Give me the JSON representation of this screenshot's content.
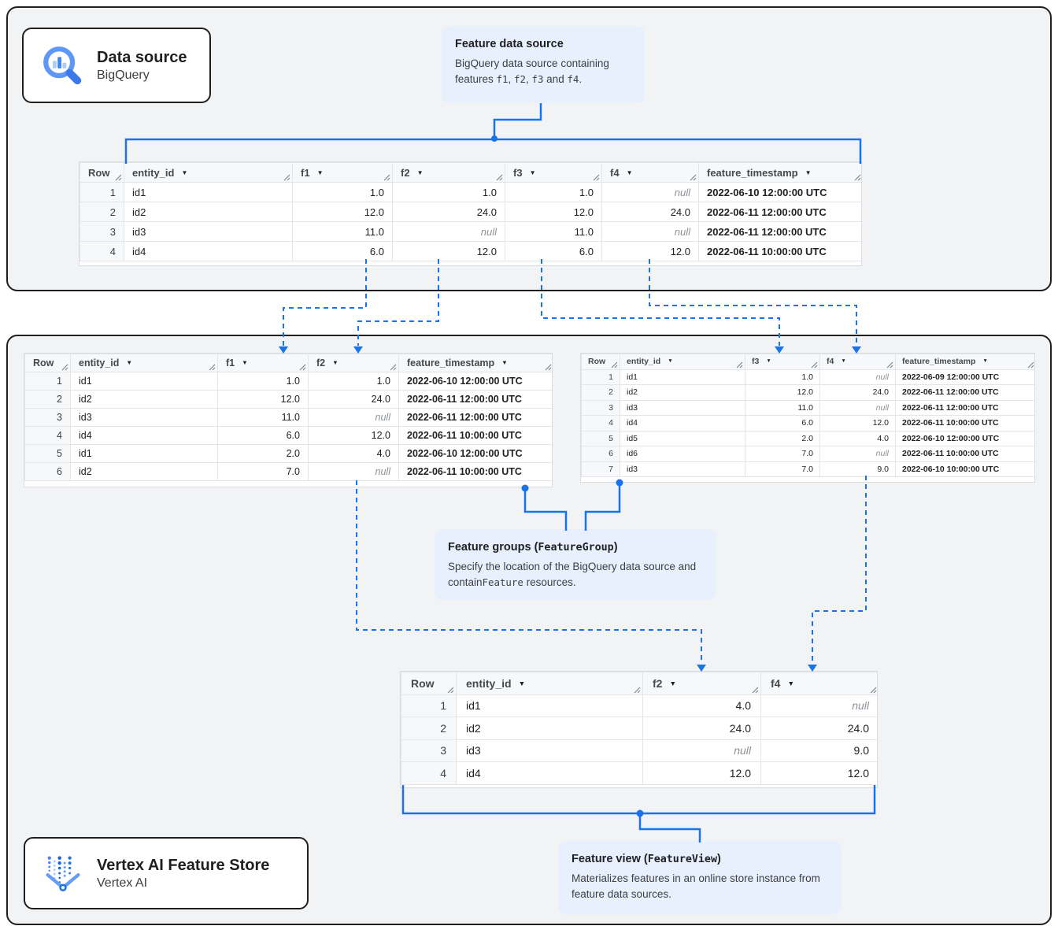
{
  "colors": {
    "accent_blue": "#1a73e8",
    "callout_bg": "#e8f0fe",
    "container_bg": "#f1f3f4",
    "null_text": "#8d9297"
  },
  "data_source_box": {
    "title": "Data source",
    "subtitle": "BigQuery"
  },
  "feature_store_box": {
    "title": "Vertex AI Feature Store",
    "subtitle": "Vertex AI"
  },
  "callouts": {
    "feature_data_source": {
      "title": "Feature data source",
      "body": [
        {
          "t": "BigQuery data source containing features "
        },
        {
          "t": "f1",
          "mono": true
        },
        {
          "t": ", "
        },
        {
          "t": "f2",
          "mono": true
        },
        {
          "t": ", "
        },
        {
          "t": "f3",
          "mono": true
        },
        {
          "t": " and "
        },
        {
          "t": "f4",
          "mono": true
        },
        {
          "t": "."
        }
      ]
    },
    "feature_groups": {
      "title": [
        {
          "t": "Feature groups ("
        },
        {
          "t": "FeatureGroup",
          "mono": true
        },
        {
          "t": ")"
        }
      ],
      "body": [
        {
          "t": "Specify the location of the BigQuery data source and contain"
        },
        {
          "t": "Feature",
          "mono": true
        },
        {
          "t": " resources."
        }
      ]
    },
    "feature_view": {
      "title": [
        {
          "t": "Feature view ("
        },
        {
          "t": "FeatureView",
          "mono": true
        },
        {
          "t": ")"
        }
      ],
      "body": [
        {
          "t": "Materializes features in an online store instance from feature data sources."
        }
      ]
    }
  },
  "tables": {
    "source": {
      "columns": [
        {
          "label": "Row",
          "type": "rownum",
          "sortable": false
        },
        {
          "label": "entity_id",
          "type": "text",
          "sortable": true
        },
        {
          "label": "f1",
          "type": "num",
          "sortable": true
        },
        {
          "label": "f2",
          "type": "num",
          "sortable": true
        },
        {
          "label": "f3",
          "type": "num",
          "sortable": true
        },
        {
          "label": "f4",
          "type": "num",
          "sortable": true
        },
        {
          "label": "feature_timestamp",
          "type": "ts",
          "sortable": true
        }
      ],
      "rows": [
        [
          "1",
          "id1",
          "1.0",
          "1.0",
          "1.0",
          "null",
          "2022-06-10 12:00:00 UTC"
        ],
        [
          "2",
          "id2",
          "12.0",
          "24.0",
          "12.0",
          "24.0",
          "2022-06-11 12:00:00 UTC"
        ],
        [
          "3",
          "id3",
          "11.0",
          "null",
          "11.0",
          "null",
          "2022-06-11 12:00:00 UTC"
        ],
        [
          "4",
          "id4",
          "6.0",
          "12.0",
          "6.0",
          "12.0",
          "2022-06-11 10:00:00 UTC"
        ]
      ]
    },
    "feature_group_1": {
      "columns": [
        {
          "label": "Row",
          "type": "rownum",
          "sortable": false
        },
        {
          "label": "entity_id",
          "type": "text",
          "sortable": true
        },
        {
          "label": "f1",
          "type": "num",
          "sortable": true
        },
        {
          "label": "f2",
          "type": "num",
          "sortable": true
        },
        {
          "label": "feature_timestamp",
          "type": "ts",
          "sortable": true
        }
      ],
      "rows": [
        [
          "1",
          "id1",
          "1.0",
          "1.0",
          "2022-06-10 12:00:00 UTC"
        ],
        [
          "2",
          "id2",
          "12.0",
          "24.0",
          "2022-06-11 12:00:00 UTC"
        ],
        [
          "3",
          "id3",
          "11.0",
          "null",
          "2022-06-11 12:00:00 UTC"
        ],
        [
          "4",
          "id4",
          "6.0",
          "12.0",
          "2022-06-11 10:00:00 UTC"
        ],
        [
          "5",
          "id1",
          "2.0",
          "4.0",
          "2022-06-10 12:00:00 UTC"
        ],
        [
          "6",
          "id2",
          "7.0",
          "null",
          "2022-06-11 10:00:00 UTC"
        ]
      ]
    },
    "feature_group_2": {
      "columns": [
        {
          "label": "Row",
          "type": "rownum",
          "sortable": false
        },
        {
          "label": "entity_id",
          "type": "text",
          "sortable": true
        },
        {
          "label": "f3",
          "type": "num",
          "sortable": true
        },
        {
          "label": "f4",
          "type": "num",
          "sortable": true
        },
        {
          "label": "feature_timestamp",
          "type": "ts",
          "sortable": true
        }
      ],
      "rows": [
        [
          "1",
          "id1",
          "1.0",
          "null",
          "2022-06-09 12:00:00 UTC"
        ],
        [
          "2",
          "id2",
          "12.0",
          "24.0",
          "2022-06-11 12:00:00 UTC"
        ],
        [
          "3",
          "id3",
          "11.0",
          "null",
          "2022-06-11 12:00:00 UTC"
        ],
        [
          "4",
          "id4",
          "6.0",
          "12.0",
          "2022-06-11 10:00:00 UTC"
        ],
        [
          "5",
          "id5",
          "2.0",
          "4.0",
          "2022-06-10 12:00:00 UTC"
        ],
        [
          "6",
          "id6",
          "7.0",
          "null",
          "2022-06-11 10:00:00 UTC"
        ],
        [
          "7",
          "id3",
          "7.0",
          "9.0",
          "2022-06-10 10:00:00 UTC"
        ]
      ]
    },
    "feature_view": {
      "columns": [
        {
          "label": "Row",
          "type": "rownum",
          "sortable": false
        },
        {
          "label": "entity_id",
          "type": "text",
          "sortable": true
        },
        {
          "label": "f2",
          "type": "num",
          "sortable": true
        },
        {
          "label": "f4",
          "type": "num",
          "sortable": true
        }
      ],
      "rows": [
        [
          "1",
          "id1",
          "4.0",
          "null"
        ],
        [
          "2",
          "id2",
          "24.0",
          "24.0"
        ],
        [
          "3",
          "id3",
          "null",
          "9.0"
        ],
        [
          "4",
          "id4",
          "12.0",
          "12.0"
        ]
      ]
    }
  }
}
